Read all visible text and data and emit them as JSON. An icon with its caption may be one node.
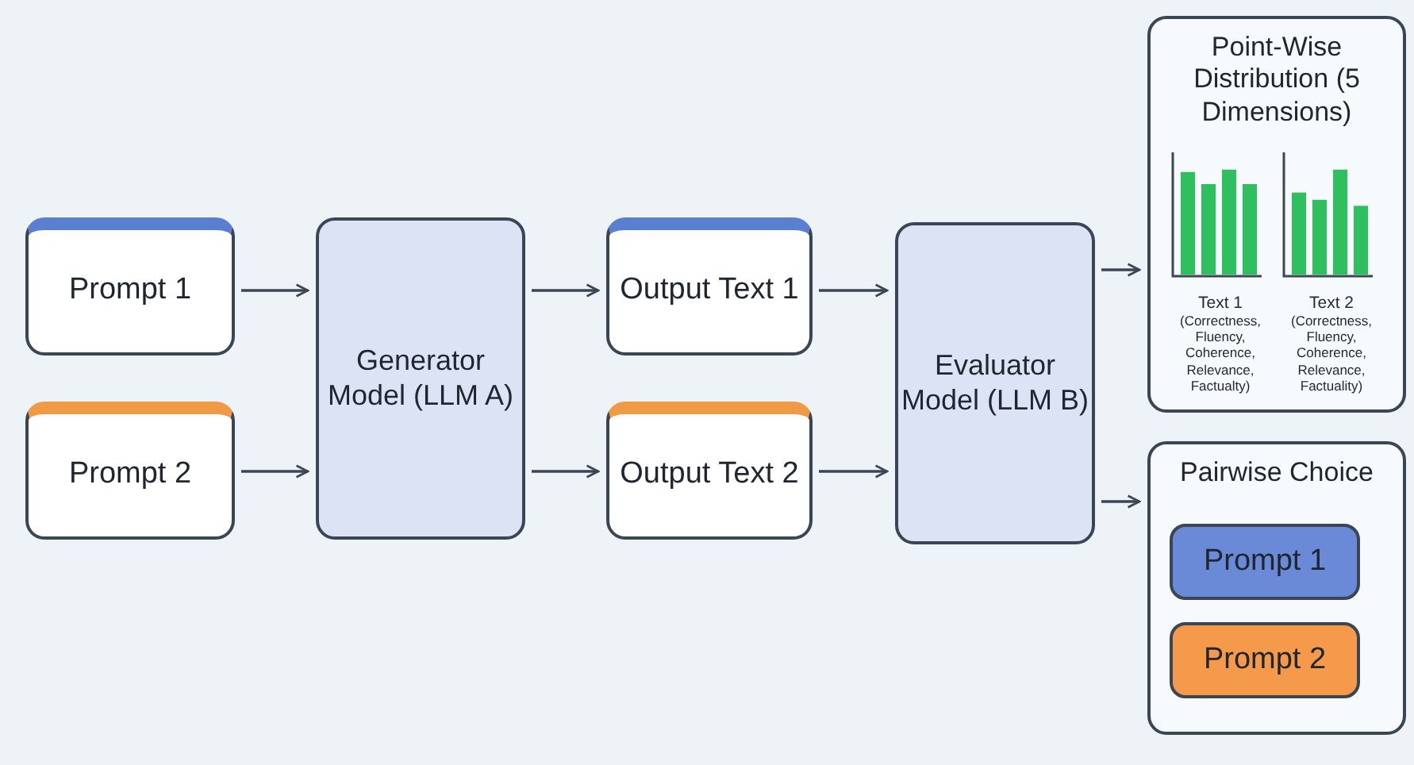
{
  "diagram": {
    "nodes": [
      {
        "text": [
          "Prompt 1"
        ]
      },
      {
        "text": [
          "Prompt 2"
        ]
      },
      {
        "text": [
          "Generator Model (LLM A)"
        ]
      },
      {
        "text": [
          "Output Text 1"
        ]
      },
      {
        "text": [
          "Output Text 2"
        ]
      },
      {
        "text": [
          "Evaluator Model (LLM B)"
        ]
      },
      {
        "text": [
          "Point-Wise Distribution (5 Dimensions)"
        ]
      },
      {
        "text": [
          "Text 1",
          "(Correctness, Fluency, Coherence, Relevance, Factualty)"
        ],
        "in": 6
      },
      {
        "text": [
          "Text 2",
          "(Correctness, Fluency, Coherence, Relevance, Factuality)"
        ],
        "in": 6
      },
      {
        "text": [
          "Pairwise Choice"
        ]
      },
      {
        "text": [
          "Prompt 1"
        ],
        "in": 9
      },
      {
        "text": [
          "Prompt 2"
        ],
        "in": 9
      }
    ],
    "edges": [
      {
        "from": 0,
        "to": 2,
        "arrow": "to"
      },
      {
        "from": 1,
        "to": 2,
        "arrow": "to"
      },
      {
        "from": 2,
        "to": 3,
        "arrow": "to"
      },
      {
        "from": 2,
        "to": 4,
        "arrow": "to"
      },
      {
        "from": 3,
        "to": 5,
        "arrow": "to"
      },
      {
        "from": 4,
        "to": 5,
        "arrow": "to"
      },
      {
        "from": 5,
        "to": 6,
        "arrow": "to"
      },
      {
        "from": 5,
        "to": 9,
        "arrow": "to"
      }
    ]
  }
}
